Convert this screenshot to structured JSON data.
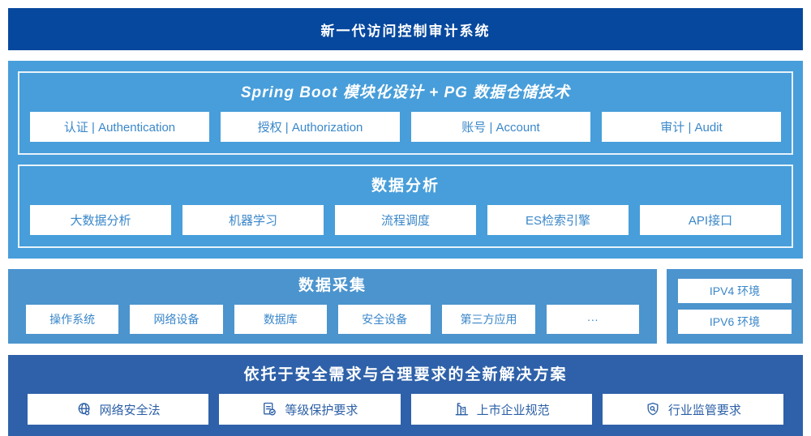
{
  "header": {
    "title": "新一代访问控制审计系统"
  },
  "platform": {
    "spring_boot": {
      "title": "Spring Boot 模块化设计 + PG 数据仓储技术",
      "modules": [
        "认证 | Authentication",
        "授权 | Authorization",
        "账号 | Account",
        "审计 | Audit"
      ]
    },
    "data_analysis": {
      "title": "数据分析",
      "modules": [
        "大数据分析",
        "机器学习",
        "流程调度",
        "ES检索引擎",
        "API接口"
      ]
    }
  },
  "data_collection": {
    "title": "数据采集",
    "sources": [
      "操作系统",
      "网络设备",
      "数据库",
      "安全设备",
      "第三方应用",
      "···"
    ]
  },
  "environments": {
    "items": [
      "IPV4 环境",
      "IPV6 环境"
    ]
  },
  "solution": {
    "title": "依托于安全需求与合理要求的全新解决方案",
    "items": [
      {
        "icon": "globe-icon",
        "label": "网络安全法"
      },
      {
        "icon": "document-check-icon",
        "label": "等级保护要求"
      },
      {
        "icon": "building-icon",
        "label": "上市企业规范"
      },
      {
        "icon": "shield-search-icon",
        "label": "行业监管要求"
      }
    ]
  },
  "colors": {
    "header_bg": "#06489d",
    "platform_bg": "#479eda",
    "collection_bg": "#4b94ce",
    "solution_bg": "#2e61a9",
    "module_text": "#3a87c9",
    "solution_text": "#2b5fa6"
  }
}
